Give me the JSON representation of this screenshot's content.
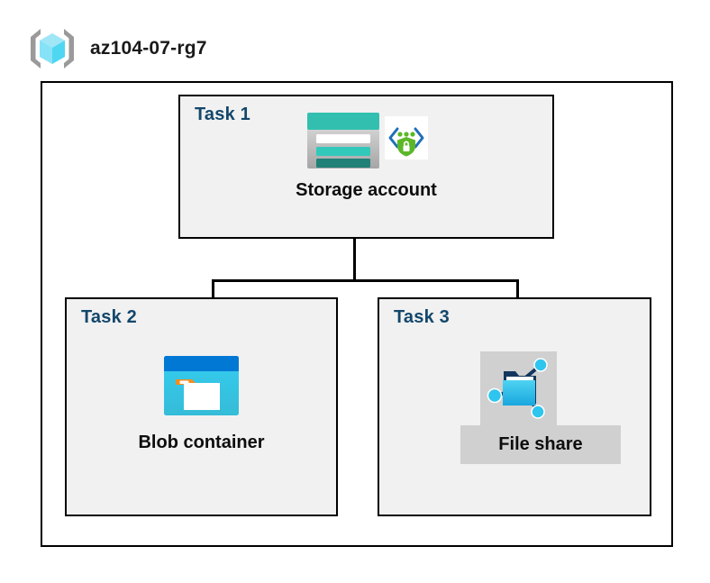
{
  "header": {
    "icon": "resource-group-icon",
    "title": "az104-07-rg7"
  },
  "boundary": {
    "name": "resource-group-boundary"
  },
  "tasks": [
    {
      "label": "Task 1",
      "node": {
        "caption": "Storage account",
        "icons": [
          "storage-account-icon",
          "secure-endpoint-shield-icon"
        ]
      }
    },
    {
      "label": "Task 2",
      "node": {
        "caption": "Blob container",
        "icons": [
          "blob-container-icon"
        ]
      }
    },
    {
      "label": "Task 3",
      "node": {
        "caption": "File share",
        "icons": [
          "file-share-icon"
        ],
        "selected": true
      }
    }
  ],
  "connections": [
    {
      "from": "Task 1",
      "to": "Task 2"
    },
    {
      "from": "Task 1",
      "to": "Task 3"
    }
  ],
  "colors": {
    "task_label": "#13476b",
    "box_fill": "#f1f1f1",
    "box_border": "#000000",
    "selection_highlight": "#d0d0d0",
    "storage_teal": "#32bfb0",
    "storage_teal_dark": "#218078",
    "blob_blue": "#0078d4",
    "blob_cyan": "#32c8e8",
    "blob_orange": "#f78d1e",
    "shield_green": "#5cb728",
    "fileshare_cyan": "#32bce8",
    "cube_cyan": "#9fe8f8",
    "bracket_gray": "#9a9a9a"
  }
}
